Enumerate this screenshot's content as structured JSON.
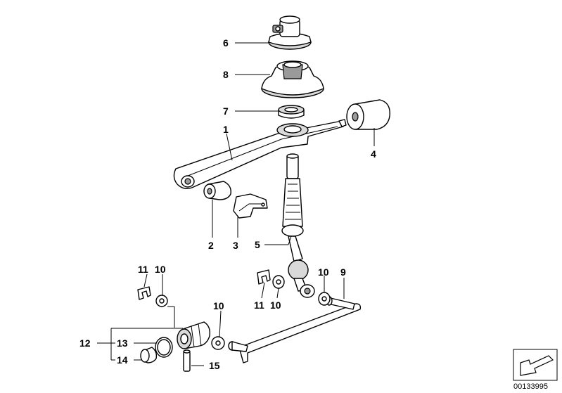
{
  "callouts": {
    "c1": "1",
    "c2": "2",
    "c3": "3",
    "c4": "4",
    "c5": "5",
    "c6": "6",
    "c7": "7",
    "c8": "8",
    "c9": "9",
    "c10a": "10",
    "c10b": "10",
    "c10c": "10",
    "c10d": "10",
    "c11a": "11",
    "c11b": "11",
    "c12": "12",
    "c13": "13",
    "c14": "14",
    "c15": "15"
  },
  "catalog_number": "00133995",
  "icons": {
    "corner_badge": "arrow-icon"
  },
  "colors": {
    "line": "#000000",
    "shading": "#d9d9d9",
    "background": "#ffffff"
  }
}
